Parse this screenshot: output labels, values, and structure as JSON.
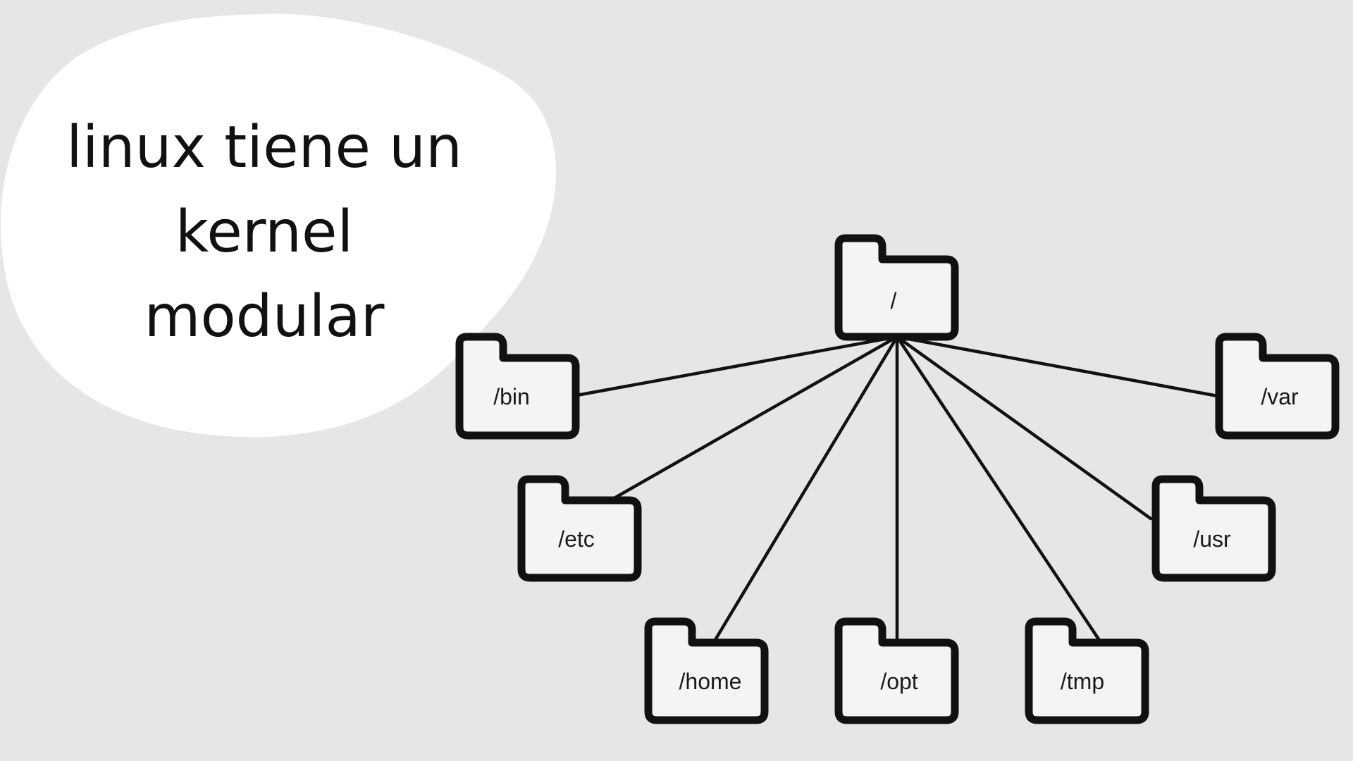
{
  "bubble": {
    "lines": [
      "linux tiene un",
      "kernel",
      "modular"
    ]
  },
  "tree": {
    "root": {
      "label": "/"
    },
    "children": [
      {
        "label": "/bin"
      },
      {
        "label": "/etc"
      },
      {
        "label": "/home"
      },
      {
        "label": "/opt"
      },
      {
        "label": "/tmp"
      },
      {
        "label": "/usr"
      },
      {
        "label": "/var"
      }
    ]
  },
  "colors": {
    "background": "#e6e6e6",
    "bubble": "#ffffff",
    "ink": "#111111"
  }
}
